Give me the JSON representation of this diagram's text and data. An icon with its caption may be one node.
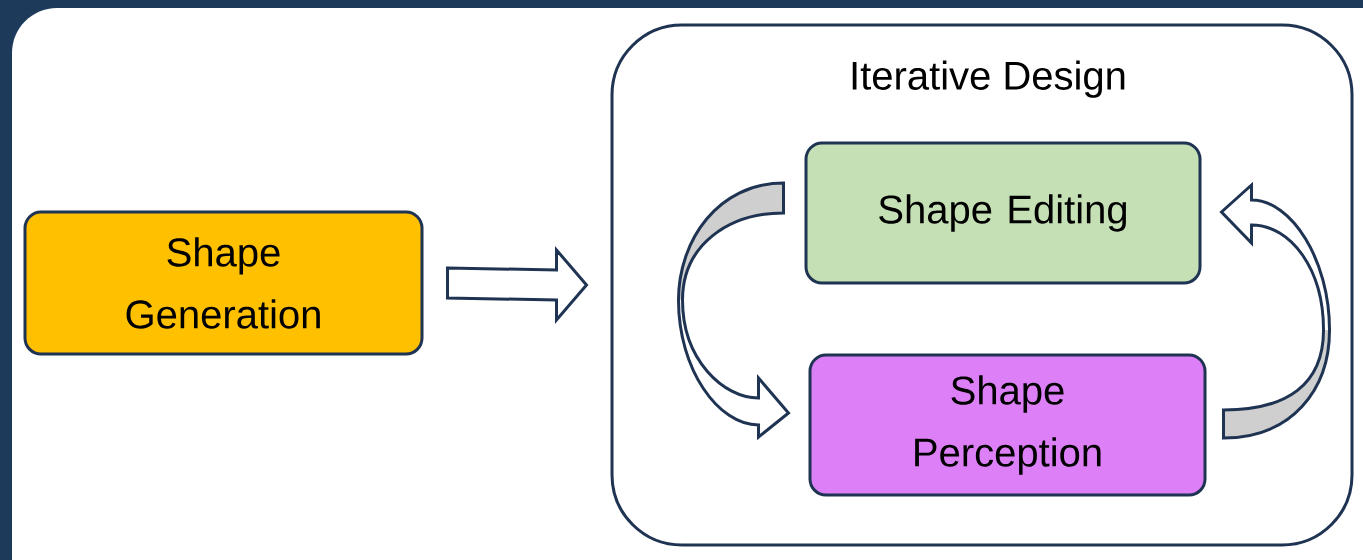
{
  "diagram": {
    "nodes": [
      {
        "text": [
          "Shape Generation"
        ]
      },
      {
        "text": [
          "Iterative Design"
        ]
      },
      {
        "text": [
          "Shape Editing"
        ],
        "in": 1
      },
      {
        "text": [
          "Shape Perception"
        ],
        "in": 1
      }
    ],
    "edges": [
      {
        "from": 0,
        "to": 1,
        "arrow": "to"
      },
      {
        "from": 2,
        "to": 3,
        "arrow": "to"
      },
      {
        "from": 3,
        "to": 2,
        "arrow": "to"
      }
    ]
  }
}
